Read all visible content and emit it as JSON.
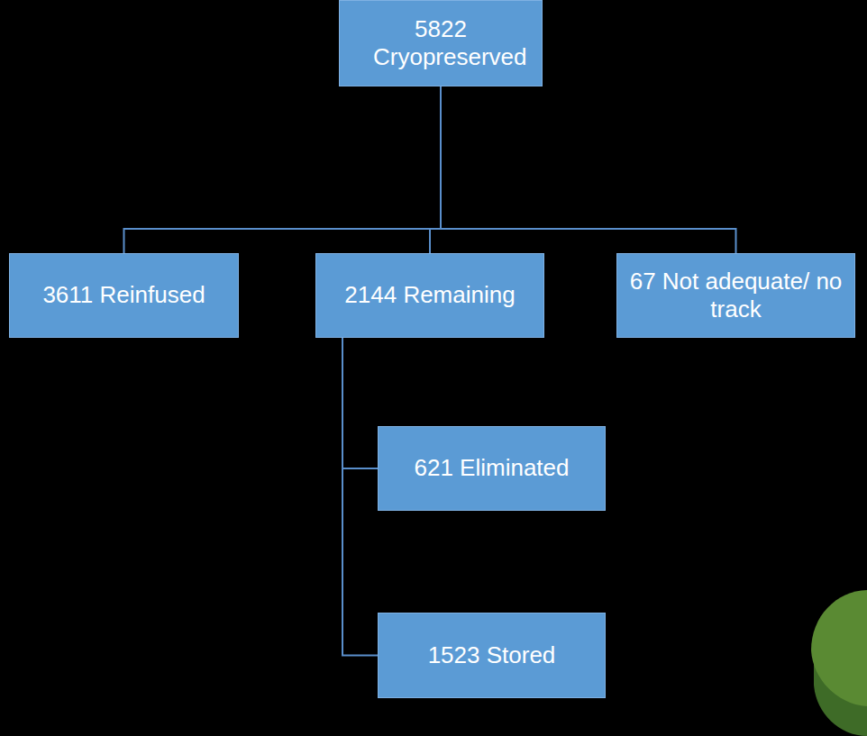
{
  "diagram": {
    "nodes": [
      {
        "text": [
          "5822 Cryopreserved"
        ]
      },
      {
        "text": [
          "3611 Reinfused"
        ]
      },
      {
        "text": [
          "2144 Remaining"
        ]
      },
      {
        "text": [
          "67 Not adequate/ no track"
        ]
      },
      {
        "text": [
          "621 Eliminated"
        ]
      },
      {
        "text": [
          "1523 Stored"
        ]
      }
    ],
    "edges": [
      {
        "from": 0,
        "to": 1,
        "arrow": "none"
      },
      {
        "from": 0,
        "to": 2,
        "arrow": "none"
      },
      {
        "from": 0,
        "to": 3,
        "arrow": "none"
      },
      {
        "from": 2,
        "to": 4,
        "arrow": "none"
      },
      {
        "from": 2,
        "to": 5,
        "arrow": "none"
      }
    ]
  }
}
